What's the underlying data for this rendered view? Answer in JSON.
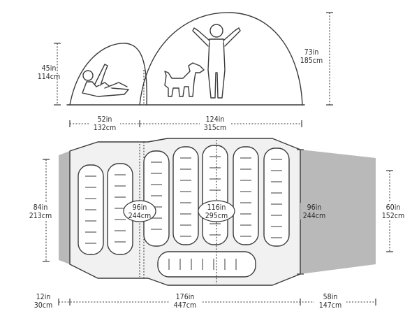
{
  "colors": {
    "line": "#3a3a3a",
    "floor_fill": "#f1f1f1",
    "vestibule_fill": "#b9b9b9",
    "text": "#2b2b2b"
  },
  "side_view": {
    "small_height": {
      "in": "45in",
      "cm": "114cm"
    },
    "large_height": {
      "in": "73in",
      "cm": "185cm"
    },
    "small_width": {
      "in": "52in",
      "cm": "132cm"
    },
    "large_width": {
      "in": "124in",
      "cm": "315cm"
    }
  },
  "floor_plan": {
    "left_width": {
      "in": "84in",
      "cm": "213cm"
    },
    "right_width": {
      "in": "96in",
      "cm": "244cm"
    },
    "vestibule_width": {
      "in": "60in",
      "cm": "152cm"
    },
    "small_room": {
      "in": "96in",
      "cm": "244cm"
    },
    "large_room": {
      "in": "116in",
      "cm": "295cm"
    },
    "left_vestibule_depth": {
      "in": "12in",
      "cm": "30cm"
    },
    "total_length": {
      "in": "176in",
      "cm": "447cm"
    },
    "right_vestibule_depth": {
      "in": "58in",
      "cm": "147cm"
    }
  },
  "icons": [
    "person-lying-icon",
    "dog-icon",
    "person-standing-icon",
    "sleeping-bag-icon"
  ]
}
